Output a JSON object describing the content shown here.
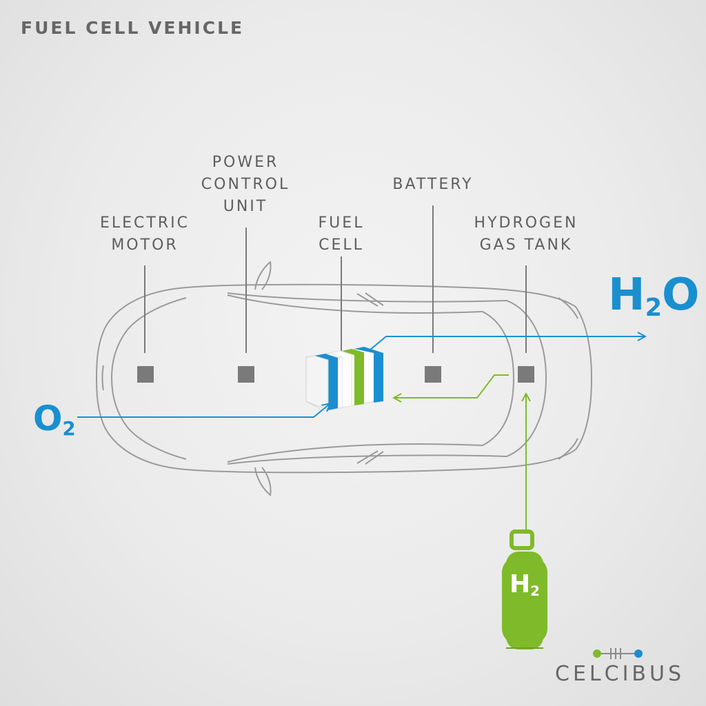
{
  "title": "FUEL CELL VEHICLE",
  "components": {
    "electric_motor": [
      "ELECTRIC",
      "MOTOR"
    ],
    "power_control_unit": [
      "POWER",
      "CONTROL",
      "UNIT"
    ],
    "fuel_cell": [
      "FUEL",
      "CELL"
    ],
    "battery": [
      "BATTERY"
    ],
    "hydrogen_gas_tank": [
      "HYDROGEN",
      "GAS TANK"
    ]
  },
  "chemicals": {
    "water": {
      "base": "H",
      "sub": "2",
      "tail": "O"
    },
    "oxygen": {
      "base": "O",
      "sub": "2"
    },
    "hydrogen": {
      "base": "H",
      "sub": "2"
    }
  },
  "brand": "CELCIBUS",
  "colors": {
    "text": "#5e5e5e",
    "blue": "#1a8fd0",
    "green": "#7fba2a",
    "component": "#7a7a7a",
    "car_outline": "#9a9a9a"
  }
}
